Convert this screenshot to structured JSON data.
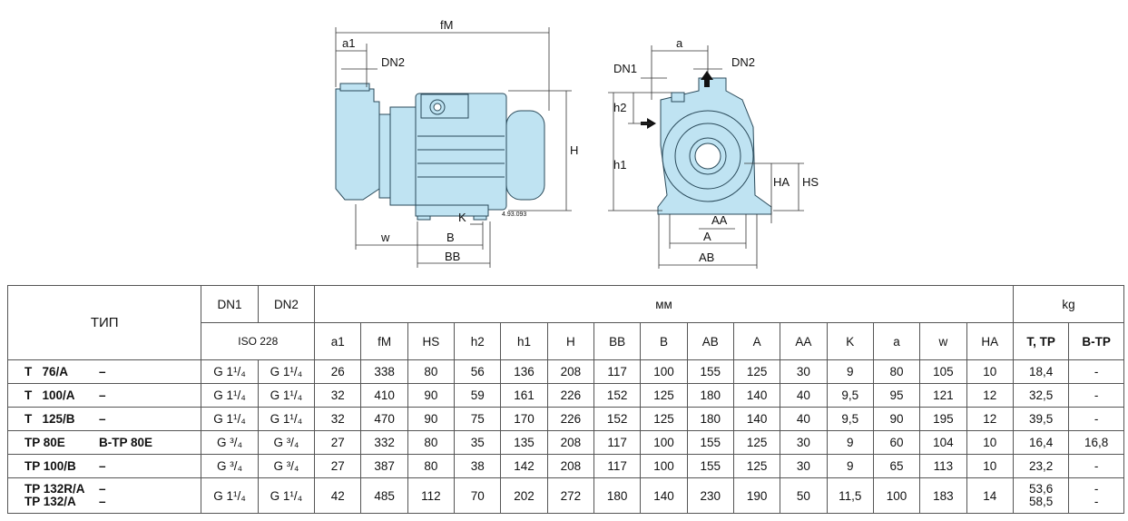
{
  "drawing_left": {
    "labels": [
      "fM",
      "a1",
      "DN2",
      "H",
      "w",
      "B",
      "K",
      "BB"
    ],
    "drawing_number": "4.93.093"
  },
  "drawing_right": {
    "labels": [
      "a",
      "DN1",
      "DN2",
      "h2",
      "h1",
      "HA",
      "HS",
      "AA",
      "A",
      "AB"
    ]
  },
  "table": {
    "header": {
      "type_label": "ТИП",
      "dn1": "DN1",
      "dn2": "DN2",
      "iso": "ISO 228",
      "mm": "мм",
      "kg": "kg",
      "columns": [
        "a1",
        "fM",
        "HS",
        "h2",
        "h1",
        "H",
        "BB",
        "B",
        "AB",
        "A",
        "AA",
        "K",
        "a",
        "w",
        "HA"
      ],
      "kg_columns": [
        "T, TP",
        "B-TP"
      ]
    },
    "rows": [
      {
        "t1": "T   76/A",
        "t2": "–",
        "dn1": "G 1¹/₄",
        "dn2": "G 1¹/₄",
        "vals": [
          "26",
          "338",
          "80",
          "56",
          "136",
          "208",
          "117",
          "100",
          "155",
          "125",
          "30",
          "9",
          "80",
          "105",
          "10"
        ],
        "kg1": "18,4",
        "kg2": "-"
      },
      {
        "t1": "T   100/A",
        "t2": "–",
        "dn1": "G 1¹/₄",
        "dn2": "G 1¹/₄",
        "vals": [
          "32",
          "410",
          "90",
          "59",
          "161",
          "226",
          "152",
          "125",
          "180",
          "140",
          "40",
          "9,5",
          "95",
          "121",
          "12"
        ],
        "kg1": "32,5",
        "kg2": "-"
      },
      {
        "t1": "T   125/B",
        "t2": "–",
        "dn1": "G 1¹/₄",
        "dn2": "G 1¹/₄",
        "vals": [
          "32",
          "470",
          "90",
          "75",
          "170",
          "226",
          "152",
          "125",
          "180",
          "140",
          "40",
          "9,5",
          "90",
          "195",
          "12"
        ],
        "kg1": "39,5",
        "kg2": "-"
      },
      {
        "t1": "TP 80E",
        "t2": "B-TP 80E",
        "dn1": "G ³/₄",
        "dn2": "G ³/₄",
        "vals": [
          "27",
          "332",
          "80",
          "35",
          "135",
          "208",
          "117",
          "100",
          "155",
          "125",
          "30",
          "9",
          "60",
          "104",
          "10"
        ],
        "kg1": "16,4",
        "kg2": "16,8"
      },
      {
        "t1": "TP 100/B",
        "t2": "–",
        "dn1": "G ³/₄",
        "dn2": "G ³/₄",
        "vals": [
          "27",
          "387",
          "80",
          "38",
          "142",
          "208",
          "117",
          "100",
          "155",
          "125",
          "30",
          "9",
          "65",
          "113",
          "10"
        ],
        "kg1": "23,2",
        "kg2": "-"
      }
    ],
    "last_row": {
      "t1a": "TP 132R/A",
      "t1b": "TP 132/A",
      "t2a": "–",
      "t2b": "–",
      "dn1": "G 1¹/₄",
      "dn2": "G 1¹/₄",
      "vals": [
        "42",
        "485",
        "112",
        "70",
        "202",
        "272",
        "180",
        "140",
        "230",
        "190",
        "50",
        "11,5",
        "100",
        "183",
        "14"
      ],
      "kg1a": "53,6",
      "kg1b": "58,5",
      "kg2a": "-",
      "kg2b": "-"
    }
  },
  "colors": {
    "pump_fill": "#bfe3f2",
    "pump_stroke": "#2a4a5a",
    "line": "#333333"
  }
}
